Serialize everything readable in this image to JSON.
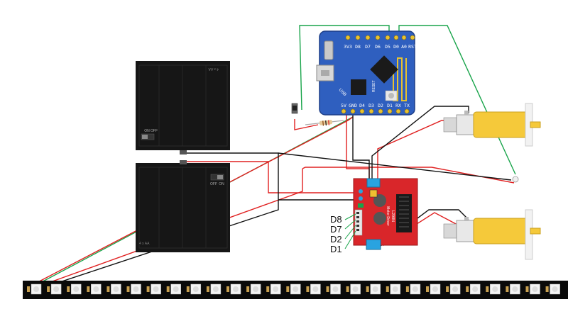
{
  "microcontroller": {
    "top_pins": [
      "3V3",
      "D8",
      "D7",
      "D6",
      "D5",
      "D0",
      "A0",
      "RST"
    ],
    "bottom_pins": [
      "5V",
      "GND",
      "D4",
      "D3",
      "D2",
      "D1",
      "RX",
      "TX"
    ],
    "usb_label": "USB",
    "chip_label": "RESET",
    "board_color": "#2f5fbf"
  },
  "battery_pack_top": {
    "switch_on": "ON",
    "switch_off": "OFF",
    "corner_label": "4 x AA"
  },
  "battery_pack_bottom": {
    "switch_off": "OFF",
    "switch_on": "ON",
    "corner_label": "4 x AA"
  },
  "motor_driver": {
    "chip_label": "L298N",
    "module_label": "Motor Driver",
    "board_color": "#d9262a"
  },
  "driver_input_labels": [
    "D8",
    "D7",
    "D2",
    "D1"
  ],
  "led_strip": {
    "pixel_count": 27
  },
  "colors": {
    "wire_red": "#e02020",
    "wire_black": "#111111",
    "wire_green": "#18a44a",
    "motor_yellow": "#f5c93a",
    "terminal_blue": "#29a3e0"
  }
}
